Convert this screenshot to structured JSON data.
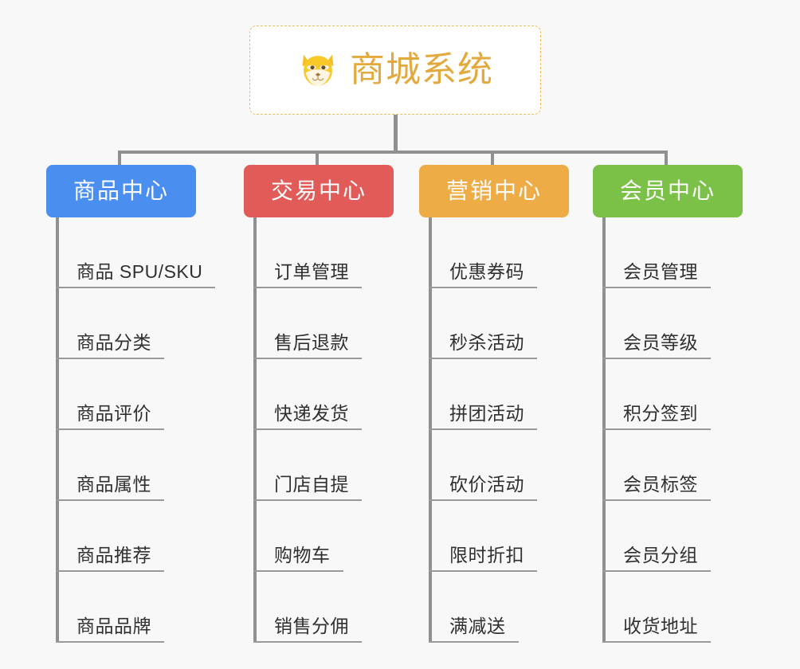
{
  "diagram": {
    "type": "mindmap-org-chart",
    "background_color": "#f8f8f8",
    "connector_color": "#909090"
  },
  "root": {
    "title": "商城系统",
    "icon": "shiba-dog-emoji",
    "text_color": "#e3a93c",
    "border_color": "#f0bb5a",
    "background_color": "#ffffff"
  },
  "branches": [
    {
      "label": "商品中心",
      "color": "#4a8ef0",
      "items": [
        "商品 SPU/SKU",
        "商品分类",
        "商品评价",
        "商品属性",
        "商品推荐",
        "商品品牌"
      ]
    },
    {
      "label": "交易中心",
      "color": "#e15b58",
      "items": [
        "订单管理",
        "售后退款",
        "快递发货",
        "门店自提",
        "购物车",
        "销售分佣"
      ]
    },
    {
      "label": "营销中心",
      "color": "#eeac46",
      "items": [
        "优惠券码",
        "秒杀活动",
        "拼团活动",
        "砍价活动",
        "限时折扣",
        "满减送"
      ]
    },
    {
      "label": "会员中心",
      "color": "#7bc148",
      "items": [
        "会员管理",
        "会员等级",
        "积分签到",
        "会员标签",
        "会员分组",
        "收货地址"
      ]
    }
  ]
}
